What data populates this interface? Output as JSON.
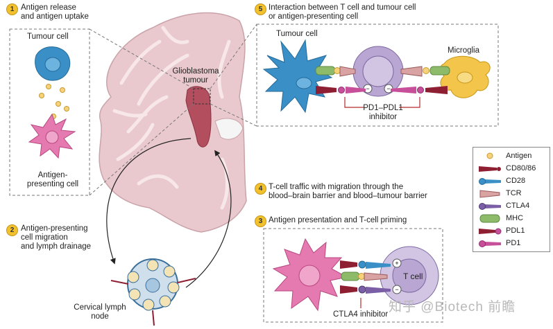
{
  "steps": [
    {
      "number": "1",
      "text_line1": "Antigen release",
      "text_line2": "and antigen uptake"
    },
    {
      "number": "2",
      "text_line1": "Antigen-presenting",
      "text_line2": "cell migration",
      "text_line3": "and lymph drainage"
    },
    {
      "number": "3",
      "text_line1": "Antigen presentation and T-cell priming"
    },
    {
      "number": "4",
      "text_line1": "T-cell traffic with migration through the",
      "text_line2": "blood–brain barrier and blood–tumour barrier"
    },
    {
      "number": "5",
      "text_line1": "Interaction between T cell and tumour cell",
      "text_line2": "or antigen-presenting cell"
    }
  ],
  "labels": {
    "tumour_cell_left": "Tumour cell",
    "apc_line1": "Antigen-",
    "apc_line2": "presenting cell",
    "glioblastoma_line1": "Glioblastoma",
    "glioblastoma_line2": "tumour",
    "lymph_line1": "Cervical lymph",
    "lymph_line2": "node",
    "tumour_cell_right": "Tumour cell",
    "microglia": "Microglia",
    "pd1_inhibitor_line1": "PD1–PDL1",
    "pd1_inhibitor_line2": "inhibitor",
    "t_cell": "T cell",
    "ctla4_inhibitor": "CTLA4 inhibitor"
  },
  "legend": {
    "items": [
      {
        "label": "Antigen",
        "icon": "antigen-dot-icon"
      },
      {
        "label": "CD80/86",
        "icon": "cd80-86-receptor-icon"
      },
      {
        "label": "CD28",
        "icon": "cd28-receptor-icon"
      },
      {
        "label": "TCR",
        "icon": "tcr-receptor-icon"
      },
      {
        "label": "CTLA4",
        "icon": "ctla4-receptor-icon"
      },
      {
        "label": "MHC",
        "icon": "mhc-receptor-icon"
      },
      {
        "label": "PDL1",
        "icon": "pdl1-receptor-icon"
      },
      {
        "label": "PD1",
        "icon": "pd1-receptor-icon"
      }
    ]
  },
  "watermark": "知乎 @Biotech 前瞻",
  "colors": {
    "brain": "#e6c3c8",
    "tumour": "#b24e5e",
    "tumour_cell": "#3b8fc7",
    "apc": "#e57ab0",
    "t_cell": "#b9a6d3",
    "microglia": "#f3c54a",
    "antigen": "#f6d27a",
    "mhc": "#8dbb6a",
    "cd80": "#8e1f33",
    "pd1": "#c8509a",
    "ctla4": "#7a5fa6",
    "badge": "#f2c12e"
  }
}
